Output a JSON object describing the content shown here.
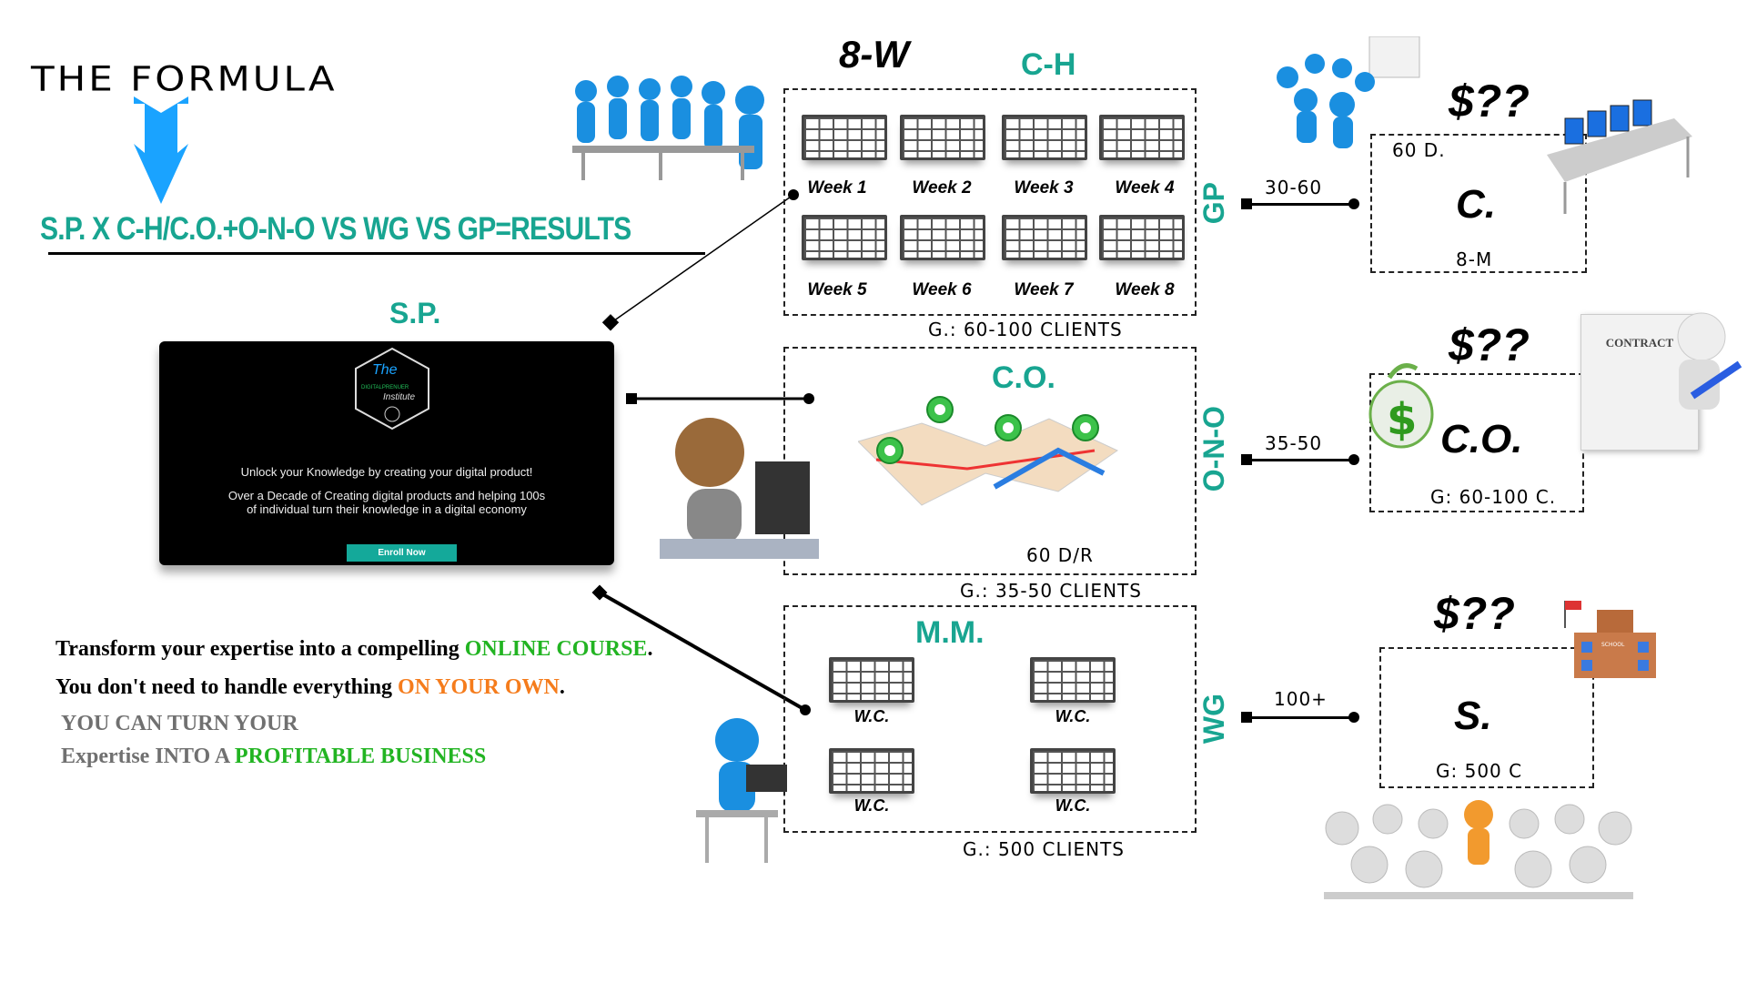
{
  "header": {
    "title": "THE FORMULA",
    "formula": "S.P. X C-H/C.O.+O-N-O VS WG VS GP=RESULTS"
  },
  "colors": {
    "teal": "#18a591",
    "arrow": "#1aa3ff",
    "green": "#22b422",
    "orange": "#f57c1c",
    "gray": "#707070"
  },
  "sp": {
    "label": "S.P.",
    "logo": "The DIGITALPRENUER Institute",
    "headline": "Unlock your Knowledge by creating your digital product!",
    "body_line1": "Over a Decade of Creating digital products and helping 100s",
    "body_line2": "of individual turn their knowledge in a digital economy",
    "button": "Enroll Now"
  },
  "ch": {
    "duration": "8-W",
    "label": "C-H",
    "weeks": [
      "Week 1",
      "Week 2",
      "Week 3",
      "Week 4",
      "Week 5",
      "Week 6",
      "Week 7",
      "Week 8"
    ],
    "goal": "G.: 60-100 CLIENTS",
    "side": "GP",
    "range": "30-60",
    "price": "$??",
    "result_top": "60 D.",
    "result": "C.",
    "result_bottom": "8-M"
  },
  "co": {
    "label": "C.O.",
    "note": "60 D/R",
    "goal": "G.: 35-50 CLIENTS",
    "side": "O-N-O",
    "range": "35-50",
    "price": "$??",
    "result": "C.O.",
    "result_bottom": "G: 60-100 C.",
    "contract": "CONTRACT"
  },
  "mm": {
    "label": "M.M.",
    "items": [
      "W.C.",
      "W.C.",
      "W.C.",
      "W.C."
    ],
    "goal": "G.: 500 CLIENTS",
    "side": "WG",
    "range": "100+",
    "price": "$??",
    "result": "S.",
    "result_bottom": "G: 500 C",
    "school": "SCHOOL"
  },
  "pitch": {
    "l1_a": "Transform your expertise into a compelling ",
    "l1_b": "ONLINE COURSE",
    "l1_c": ".",
    "l2_a": "You don't need to handle everything ",
    "l2_b": "ON YOUR OWN",
    "l2_c": ".",
    "l3": "YOU CAN TURN YOUR",
    "l4_a": "Expertise INTO A ",
    "l4_b": "PROFITABLE BUSINESS"
  }
}
